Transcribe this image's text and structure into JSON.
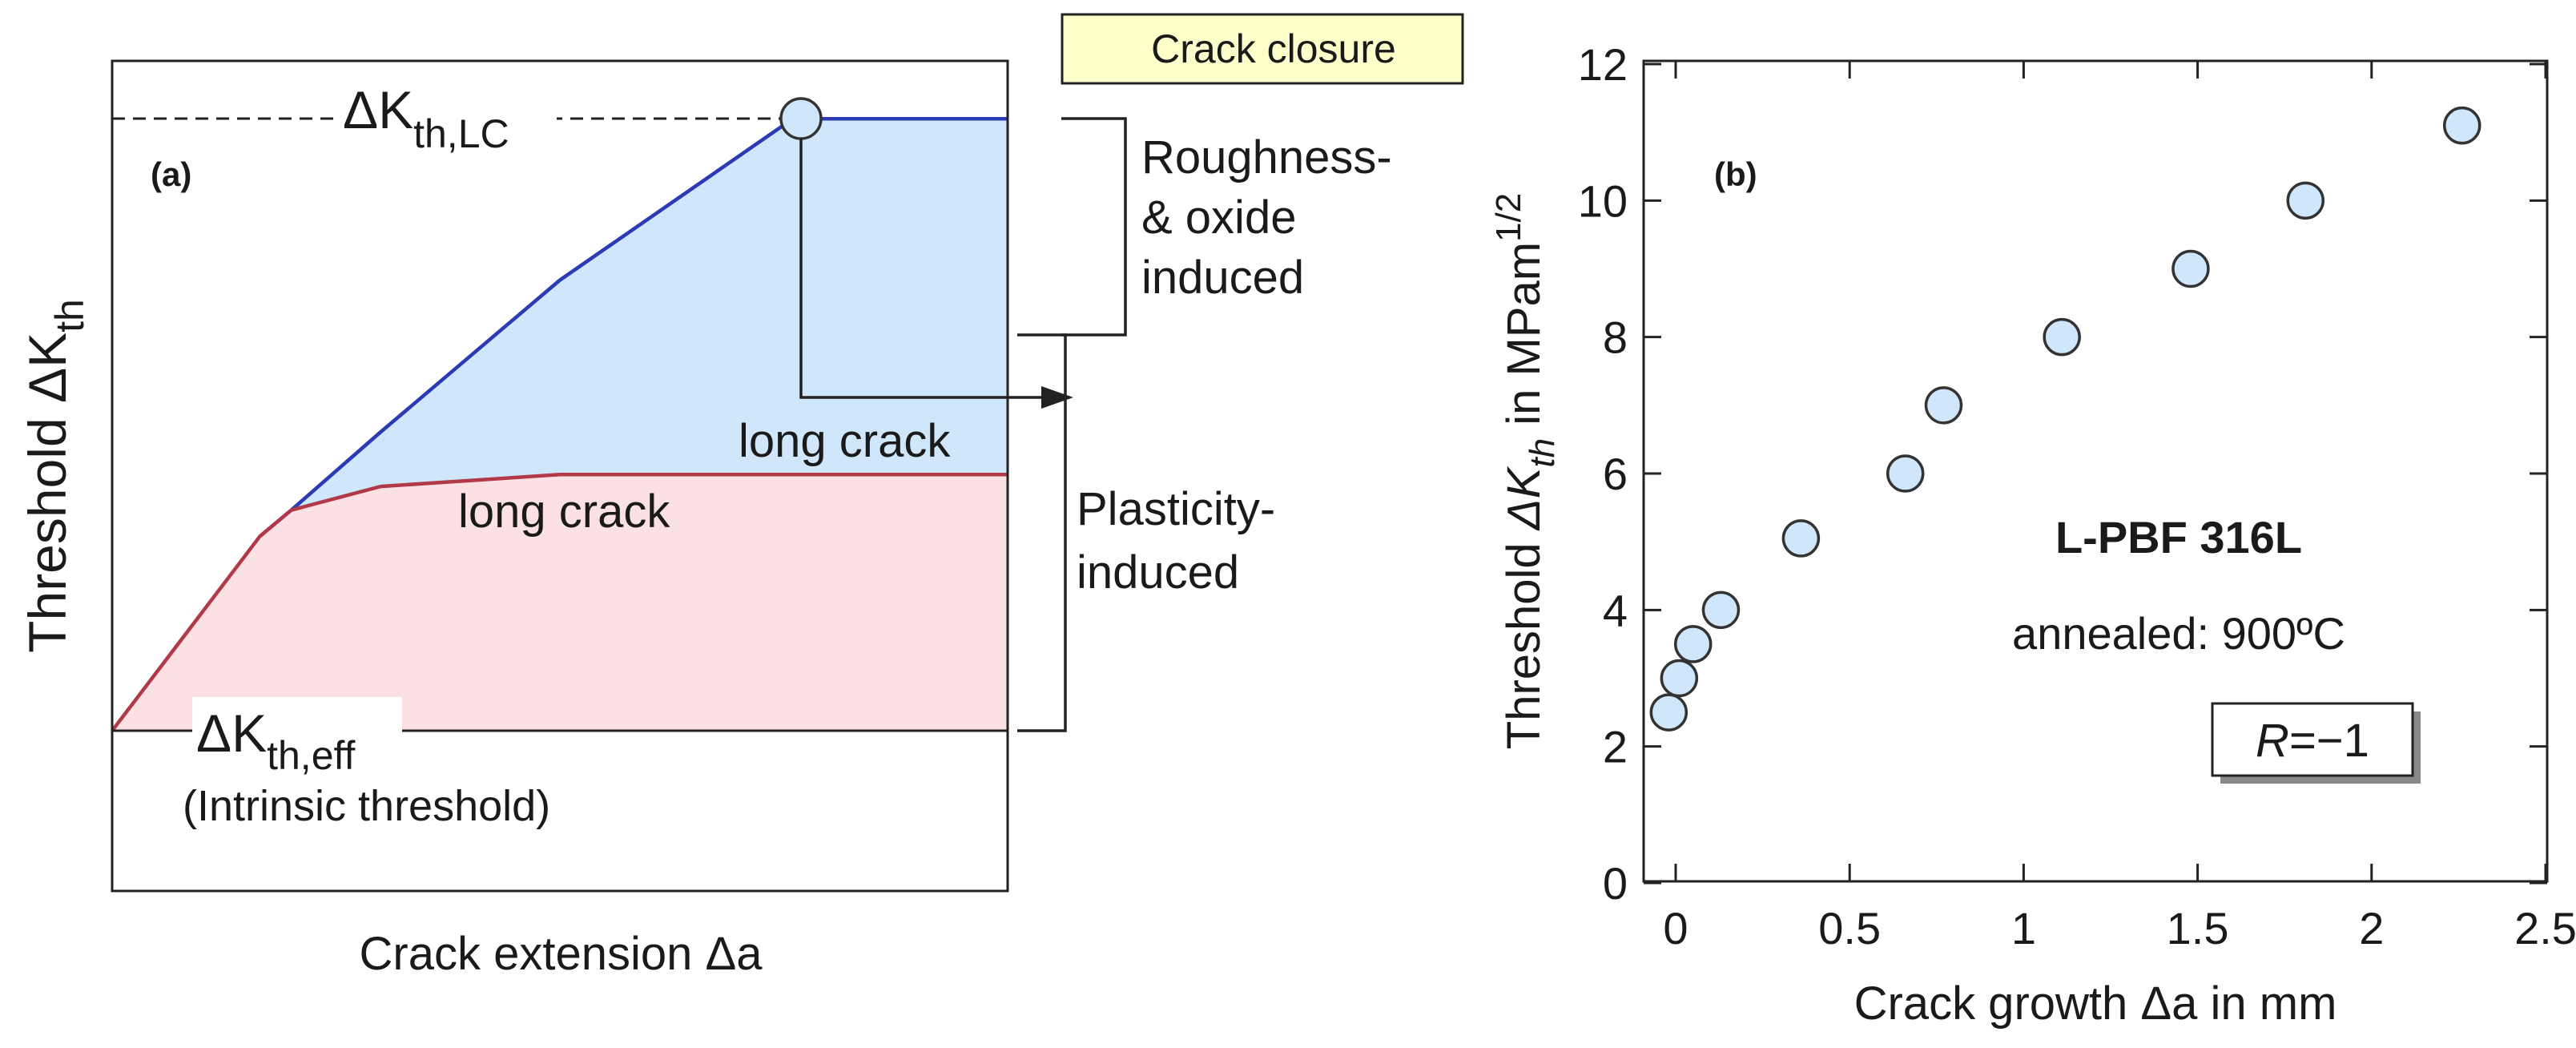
{
  "panel_a": {
    "panel_label": "(a)",
    "ylabel_main": "Threshold ΔK",
    "ylabel_sub": "th",
    "xlabel": "Crack extension Δa",
    "kth_lc_main": "ΔK",
    "kth_lc_sub": "th,LC",
    "kth_eff_main": "ΔK",
    "kth_eff_sub": "th,eff",
    "intrinsic_label": "(Intrinsic threshold)",
    "long_crack_lower": "long crack",
    "long_crack_upper": "long crack",
    "crack_closure_box": "Crack closure",
    "roughness_lines": [
      "Roughness-",
      "& oxide",
      "induced"
    ],
    "plasticity_lines": [
      "Plasticity-",
      "induced"
    ],
    "colors": {
      "upper_curve": "#2b3bb5",
      "lower_curve": "#b23a48",
      "upper_fill": "#cfe6fb",
      "lower_fill": "#fbe1e4",
      "closure_box": "#ffffcc"
    }
  },
  "panel_b": {
    "panel_label": "(b)",
    "material": "L-PBF 316L",
    "condition": "annealed: 900ºC",
    "r_label": "R",
    "r_value": "=−1",
    "xlabel": "Crack growth Δa in mm",
    "ylabel_parts": [
      "Threshold ",
      "ΔK",
      "th",
      " in MPam",
      "1/2"
    ],
    "marker_fill": "#cfe6fb"
  },
  "chart_data": [
    {
      "type": "area",
      "title": "",
      "xlabel": "Crack extension Δa",
      "ylabel": "Threshold ΔKth",
      "series": [
        {
          "name": "",
          "x": [
            0,
            0.165,
            0.2,
            0.3,
            0.5,
            0.76,
            1.0
          ],
          "values": [
            0,
            0.82,
            0.93,
            1.03,
            1.08,
            1.08,
            1.08
          ]
        },
        {
          "name": "",
          "x": [
            0,
            0.165,
            0.2,
            0.3,
            0.5,
            0.76,
            1.0
          ],
          "values": [
            0,
            0.82,
            0.93,
            1.26,
            1.9,
            2.58,
            2.58
          ]
        }
      ]
    },
    {
      "type": "scatter",
      "title": "",
      "xlabel": "Crack growth Δa in mm",
      "ylabel": "Threshold ΔKth in MPam1/2",
      "xlim": [
        0,
        2.5
      ],
      "ylim": [
        0,
        12
      ],
      "xticks": [
        0,
        0.5,
        1,
        1.5,
        2,
        2.5
      ],
      "yticks": [
        0,
        2,
        4,
        6,
        8,
        10,
        12
      ],
      "xtick_labels": [
        "0",
        "0.5",
        "1",
        "1.5",
        "2",
        "2.5"
      ],
      "ytick_labels": [
        "0",
        "2",
        "4",
        "6",
        "8",
        "10",
        "12"
      ],
      "series": [
        {
          "name": "",
          "x": [
            -0.02,
            0.01,
            0.05,
            0.13,
            0.36,
            0.66,
            0.77,
            1.11,
            1.48,
            1.81,
            2.26
          ],
          "y": [
            2.5,
            3.0,
            3.5,
            4.0,
            5.05,
            6.0,
            7.0,
            8.0,
            9.0,
            10.0,
            11.1
          ]
        }
      ]
    }
  ]
}
